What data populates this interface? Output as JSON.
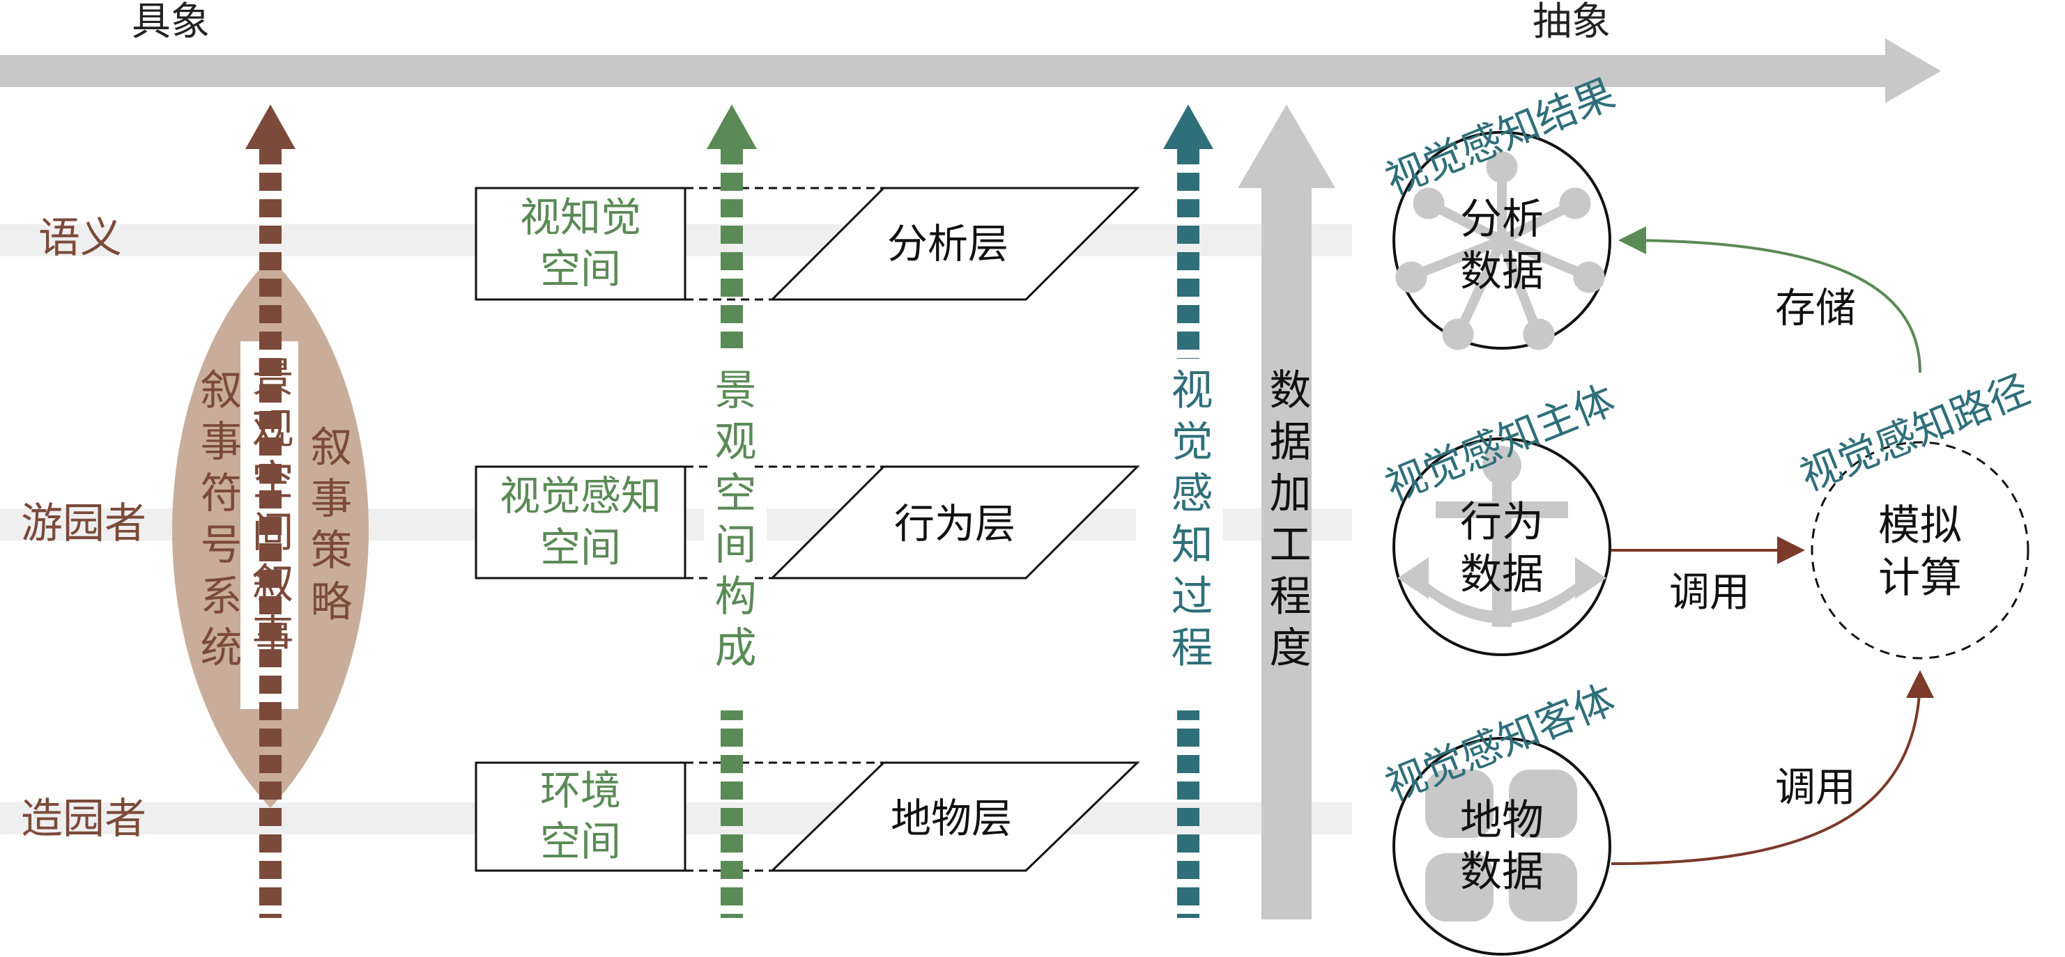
{
  "axis": {
    "left": "具象",
    "right": "抽象"
  },
  "rows": {
    "semantic": "语义",
    "visitor": "游园者",
    "gardener": "造园者"
  },
  "narrative": {
    "left_chars": "叙事符号系统",
    "center_chars": "景观空间叙事",
    "right_chars": "叙事策略"
  },
  "spaces": {
    "perception_line1": "视知觉",
    "perception_line2": "空间",
    "visual_line1": "视觉感知",
    "visual_line2": "空间",
    "environment_line1": "环境",
    "environment_line2": "空间"
  },
  "layers": {
    "analysis": "分析层",
    "behavior": "行为层",
    "object": "地物层"
  },
  "vertical_labels": {
    "landscape_composition": "景观空间构成",
    "perception_process": "视觉感知过程",
    "processing_degree": "数据加工程度"
  },
  "circles": {
    "result_label": "视觉感知结果",
    "result_line1": "分析",
    "result_line2": "数据",
    "subject_label": "视觉感知主体",
    "subject_line1": "行为",
    "subject_line2": "数据",
    "object_label": "视觉感知客体",
    "object_line1": "地物",
    "object_line2": "数据",
    "path_label": "视觉感知路径",
    "path_line1": "模拟",
    "path_line2": "计算"
  },
  "arrows": {
    "store": "存储",
    "invoke_top": "调用",
    "invoke_bottom": "调用"
  },
  "colors": {
    "brown": "#7b4a3a",
    "green": "#5a8a55",
    "teal": "#2f6f7a",
    "gray": "#c8c8c8",
    "band": "#efefef",
    "lens": "#c9ad9a"
  }
}
